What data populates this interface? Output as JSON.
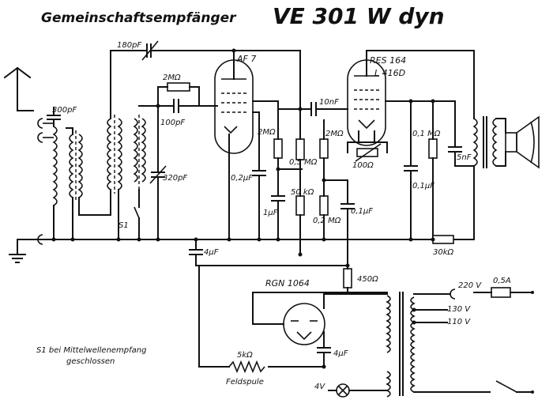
{
  "title": {
    "main": "Gemeinschaftsempfänger",
    "model": "VE 301 W dyn"
  },
  "components": {
    "c_180pf": "180pF",
    "tube_af7": "AF 7",
    "tube_res164": "RES 164",
    "tube_l416d": "L 416D",
    "r_2m_grid": "2MΩ",
    "c_100pf": "100pF",
    "c_300pf": "300pF",
    "c_320pf": "320pF",
    "switch_s1": "S1",
    "c_10nf": "10nF",
    "r_2m_a": "2MΩ",
    "r_2m_b": "2MΩ",
    "r_05m": "0,5 MΩ",
    "r_100": "100Ω",
    "r_01m": "0,1 MΩ",
    "c_5nf": "5nF",
    "c_02uf": "0,2µF",
    "c_1uf": "1µF",
    "r_50k": "50 kΩ",
    "r_02m": "0,2 MΩ",
    "c_01uf_a": "0,1µF",
    "c_01uf_b": "0,1µF",
    "r_30k": "30kΩ",
    "c_4uf_a": "4µF",
    "r_450": "450Ω",
    "tube_rgn1064": "RGN 1064",
    "c_4uf_b": "4µF",
    "r_5k": "5kΩ",
    "feldspule": "Feldspule",
    "v_220": "220 V",
    "fuse": "0,5A",
    "v_130": "130 V",
    "v_110": "110 V",
    "v_4": "4V"
  },
  "note": {
    "line1": "S1 bei Mittelwellenempfang",
    "line2": "geschlossen"
  }
}
